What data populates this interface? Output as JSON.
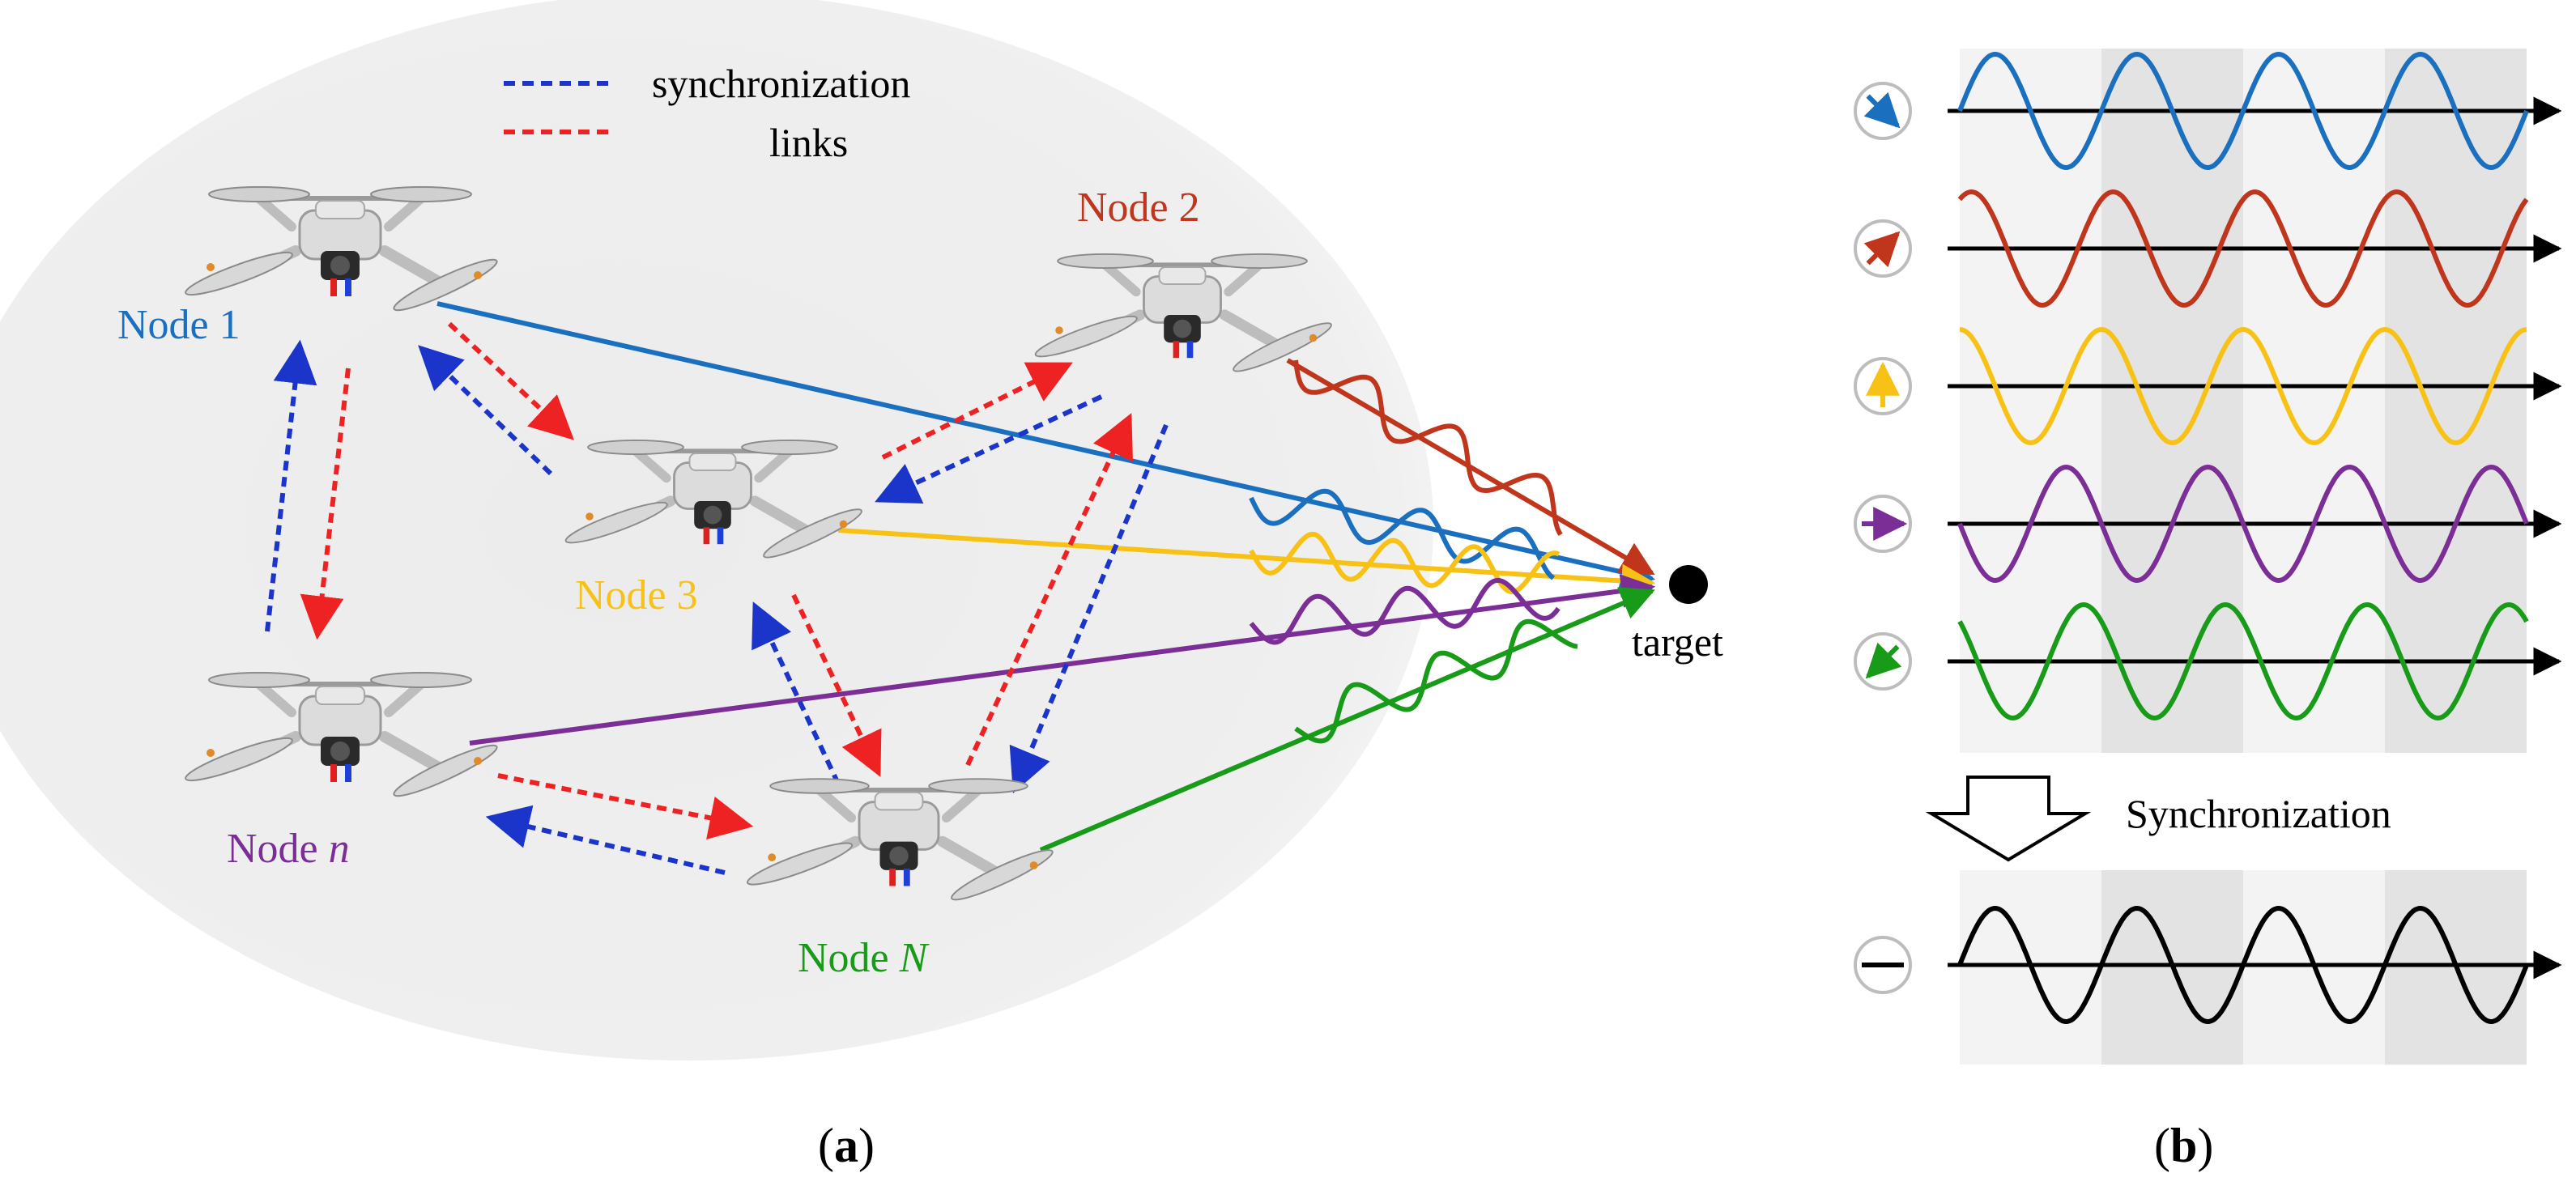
{
  "colors": {
    "blue": "#1a6fbf",
    "red": "#c0361d",
    "yellow": "#f7c215",
    "purple": "#7b2f96",
    "green": "#179b18",
    "black": "#000000",
    "sync_blue": "#1b34c9",
    "sync_red": "#ee2222",
    "cloud": "#efefef"
  },
  "legend": {
    "line1": "synchronization",
    "line2": "links"
  },
  "panel_a": {
    "label_open": "(",
    "label_letter": "a",
    "label_close": ")",
    "target_label": "target",
    "nodes": [
      {
        "id": "node-1",
        "label_word": "Node",
        "label_index": "1",
        "italic": false,
        "color_key": "blue"
      },
      {
        "id": "node-2",
        "label_word": "Node",
        "label_index": "2",
        "italic": false,
        "color_key": "red"
      },
      {
        "id": "node-3",
        "label_word": "Node",
        "label_index": "3",
        "italic": false,
        "color_key": "yellow"
      },
      {
        "id": "node-n",
        "label_word": "Node",
        "label_index": "n",
        "italic": true,
        "color_key": "purple"
      },
      {
        "id": "node-N",
        "label_word": "Node",
        "label_index": "N",
        "italic": true,
        "color_key": "green"
      }
    ]
  },
  "panel_b": {
    "label_open": "(",
    "label_letter": "b",
    "label_close": ")",
    "sync_label": "Synchronization",
    "rows": [
      {
        "name": "blue",
        "color_key": "blue",
        "arrow_dir": "down-right",
        "phase": 0.0
      },
      {
        "name": "red",
        "color_key": "red",
        "arrow_dir": "up-right",
        "phase": 1.05
      },
      {
        "name": "yellow",
        "color_key": "yellow",
        "arrow_dir": "up",
        "phase": 1.57
      },
      {
        "name": "purple",
        "color_key": "purple",
        "arrow_dir": "right",
        "phase": 3.14
      },
      {
        "name": "green",
        "color_key": "green",
        "arrow_dir": "down-left",
        "phase": 2.36
      }
    ],
    "result": {
      "color_key": "black",
      "arrow_dir": "right",
      "phase": 0.0
    },
    "cycles": 4
  }
}
